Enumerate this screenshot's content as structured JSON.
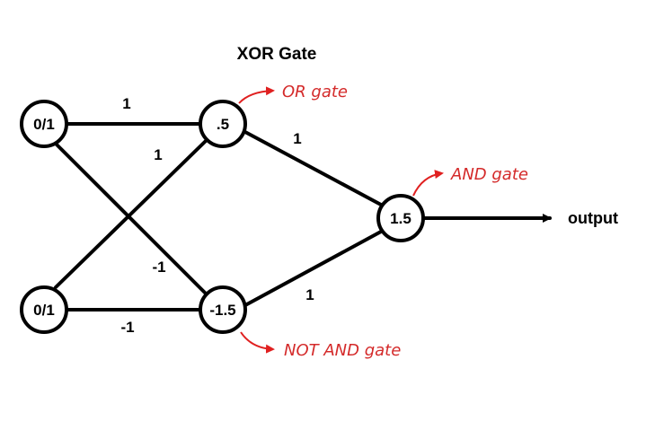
{
  "title": "XOR Gate",
  "nodes": [
    {
      "id": "input-top",
      "label": "0/1"
    },
    {
      "id": "input-bottom",
      "label": "0/1"
    },
    {
      "id": "hidden-or",
      "label": ".5"
    },
    {
      "id": "hidden-nand",
      "label": "-1.5"
    },
    {
      "id": "output-and",
      "label": "1.5"
    }
  ],
  "edges": [
    {
      "from": "input-top",
      "to": "hidden-or",
      "weight": "1"
    },
    {
      "from": "input-bottom",
      "to": "hidden-or",
      "weight": "1"
    },
    {
      "from": "input-top",
      "to": "hidden-nand",
      "weight": "-1"
    },
    {
      "from": "input-bottom",
      "to": "hidden-nand",
      "weight": "-1"
    },
    {
      "from": "hidden-or",
      "to": "output-and",
      "weight": "1"
    },
    {
      "from": "hidden-nand",
      "to": "output-and",
      "weight": "1"
    }
  ],
  "output_label": "output",
  "annotations": {
    "or": "OR gate",
    "and": "AND gate",
    "nand": "NOT AND gate"
  },
  "colors": {
    "annotation": "#d42a2a",
    "line": "#000000",
    "background": "#ffffff"
  }
}
